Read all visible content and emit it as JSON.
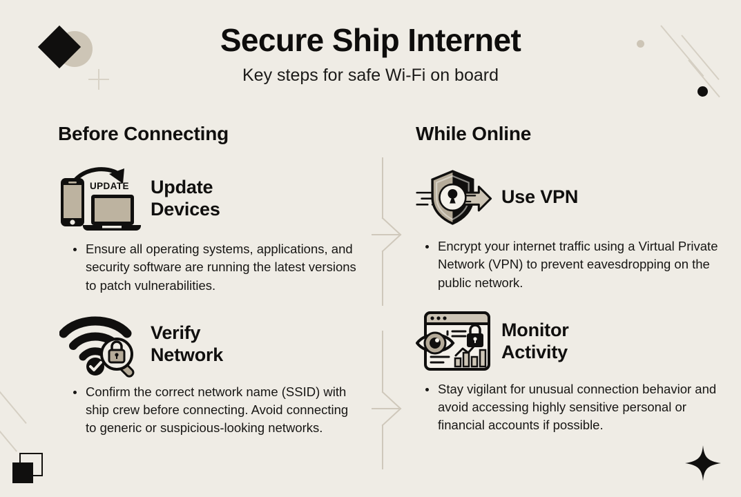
{
  "header": {
    "title": "Secure Ship Internet",
    "subtitle": "Key steps for safe Wi-Fi on board"
  },
  "colors": {
    "background": "#efece5",
    "ink": "#100f0e",
    "accent_beige": "#b5ab99",
    "light_beige": "#cdc5b6",
    "divider": "#cfc8bb"
  },
  "columns": [
    {
      "heading": "Before Connecting",
      "items": [
        {
          "icon": "update-devices-icon",
          "icon_label": "UPDATE",
          "title_line1": "Update",
          "title_line2": "Devices",
          "bullets": [
            "Ensure all operating systems, applications, and security software are running the latest versions to patch vulnerabilities."
          ]
        },
        {
          "icon": "verify-network-icon",
          "title_line1": "Verify",
          "title_line2": "Network",
          "bullets": [
            "Confirm the correct network name (SSID) with ship crew before connecting. Avoid connecting to generic or suspicious-looking networks."
          ]
        }
      ]
    },
    {
      "heading": "While Online",
      "items": [
        {
          "icon": "vpn-shield-icon",
          "title_line1": "Use VPN",
          "title_line2": "",
          "bullets": [
            "Encrypt your internet traffic using a Virtual Private Network (VPN) to prevent eavesdropping on the public network."
          ]
        },
        {
          "icon": "monitor-activity-icon",
          "title_line1": "Monitor",
          "title_line2": "Activity",
          "bullets": [
            "Stay vigilant for unusual connection behavior and avoid accessing highly sensitive personal or financial accounts if possible."
          ]
        }
      ]
    }
  ],
  "decorations": [
    "diamond-shape",
    "circle-shape",
    "plus-mark",
    "diagonal-lines",
    "beige-dot",
    "black-dot",
    "overlapping-squares",
    "sparkle-star",
    "center-divider-with-chevrons"
  ]
}
